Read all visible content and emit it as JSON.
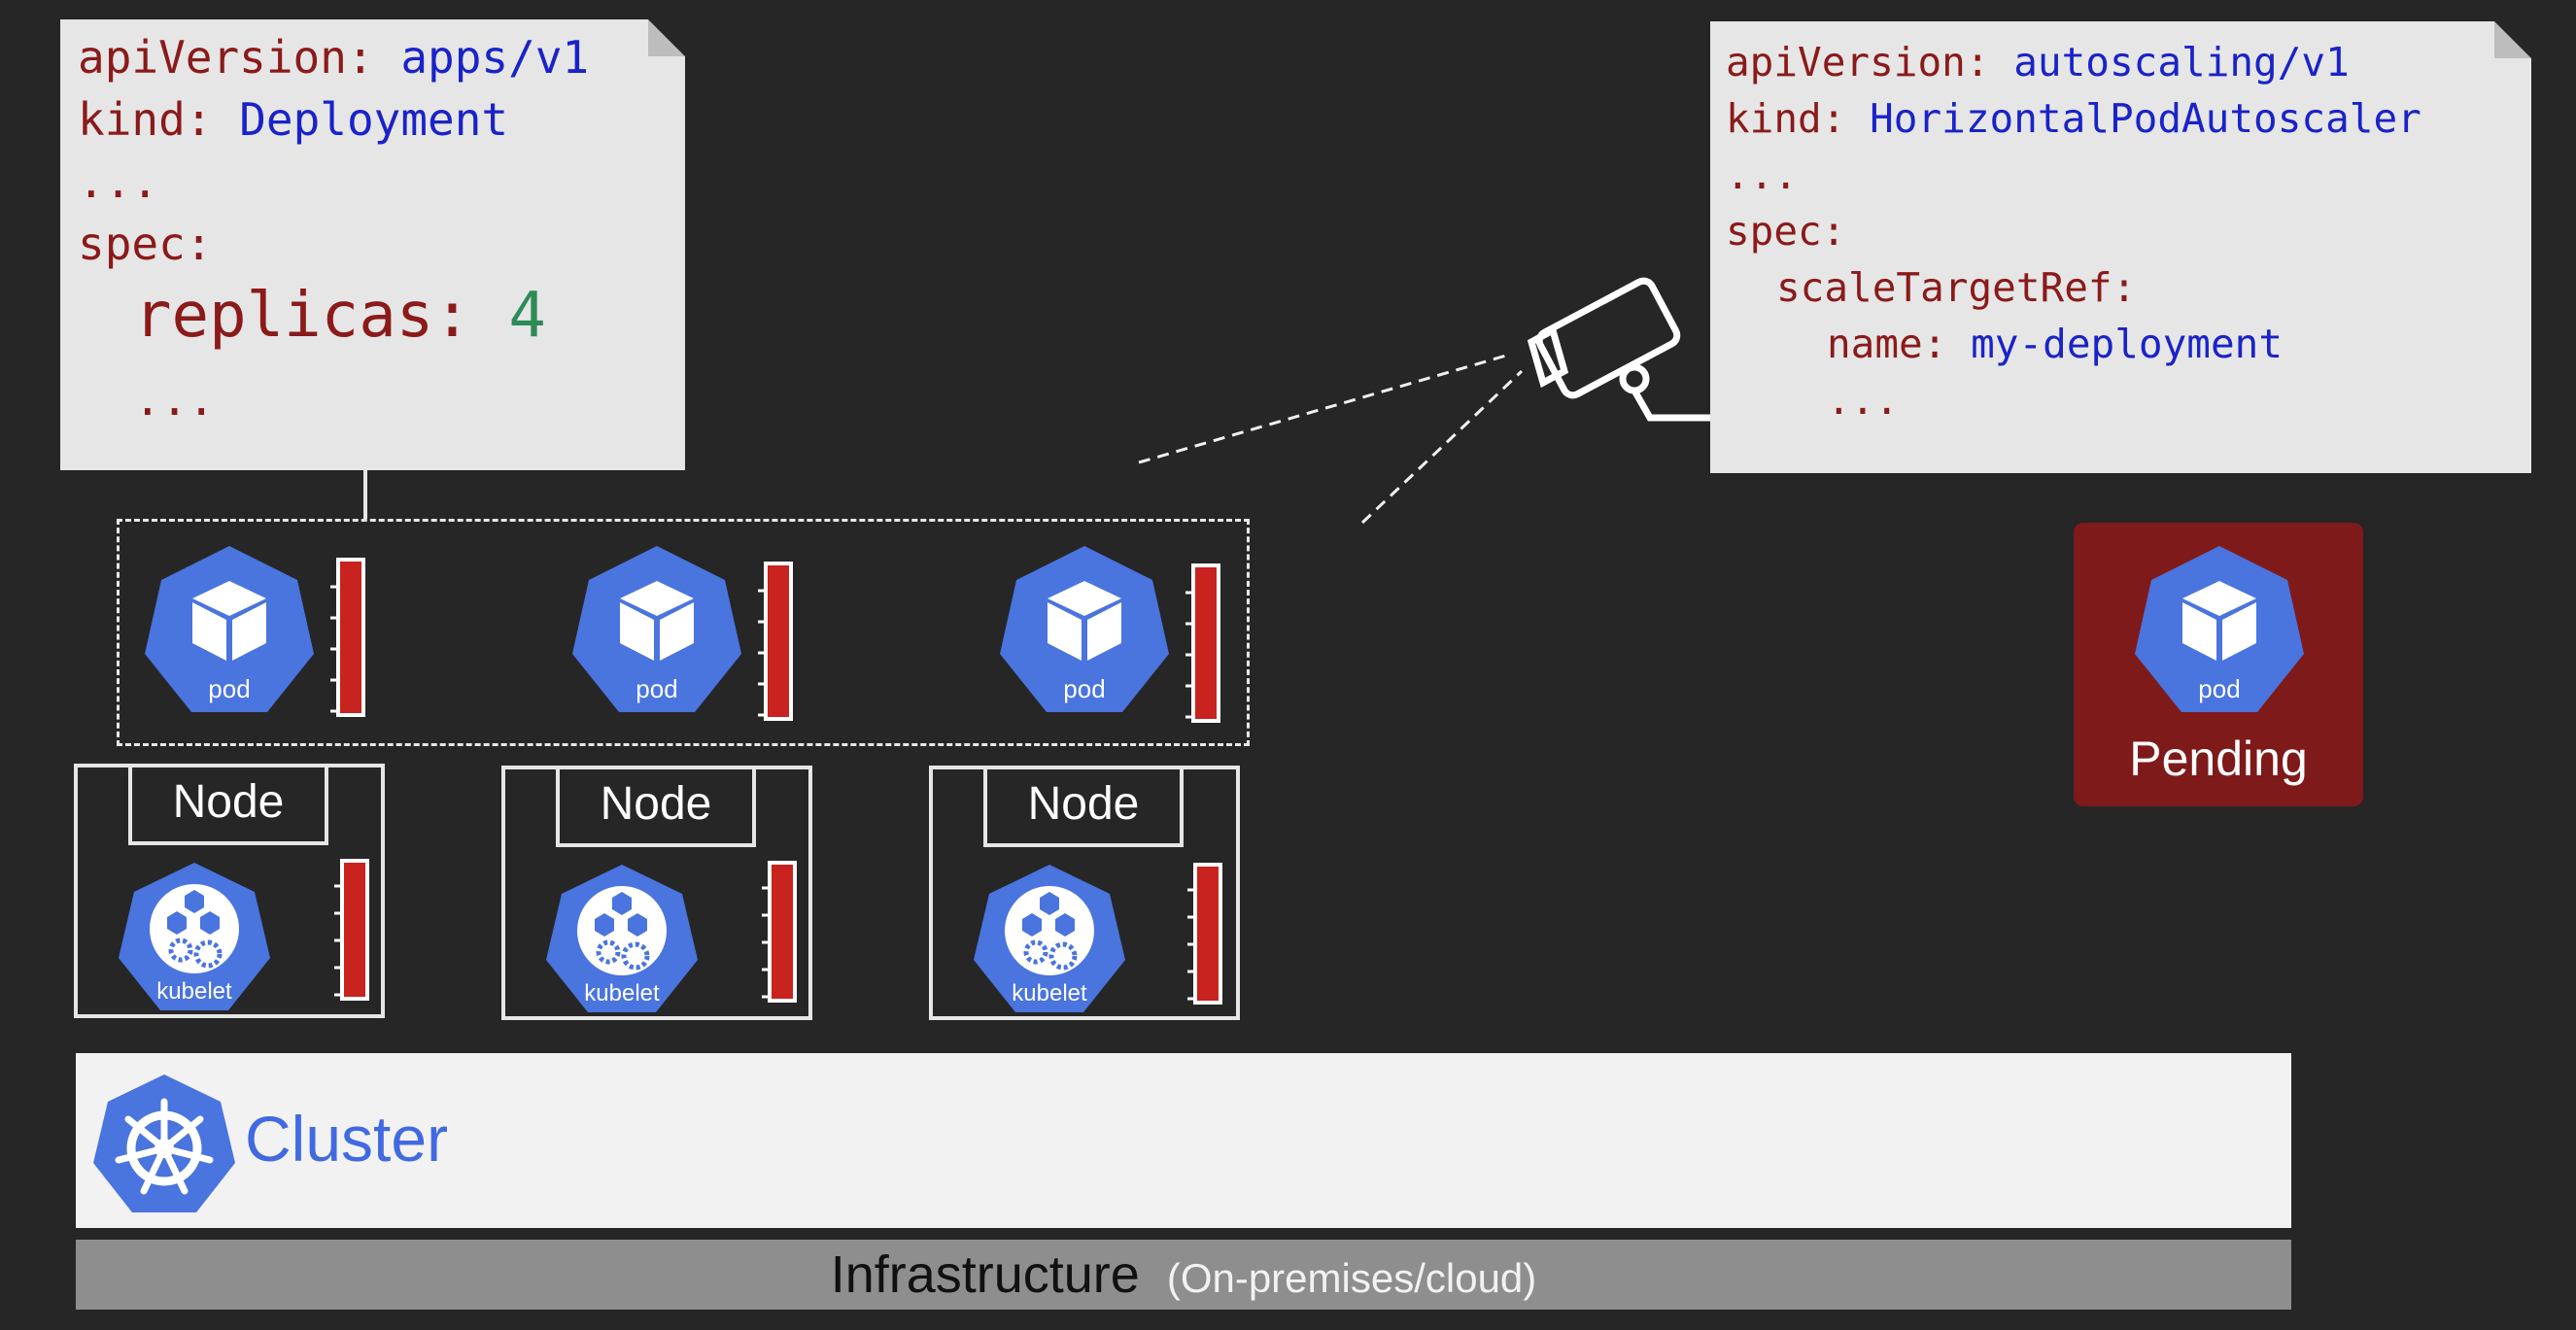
{
  "deployment_doc": {
    "line1_key": "apiVersion:",
    "line1_val": "apps/v1",
    "line2_key": "kind:",
    "line2_val": "Deployment",
    "line3": "...",
    "line4_key": "spec:",
    "line5_key": "replicas:",
    "line5_val": "4",
    "line6": "..."
  },
  "hpa_doc": {
    "line1_key": "apiVersion:",
    "line1_val": "autoscaling/v1",
    "line2_key": "kind:",
    "line2_val": "HorizontalPodAutoscaler",
    "line3": "...",
    "line4_key": "spec:",
    "line5_key": "scaleTargetRef:",
    "line6_key": "name:",
    "line6_val": "my-deployment",
    "line7": "..."
  },
  "pods": [
    {
      "label": "pod"
    },
    {
      "label": "pod"
    },
    {
      "label": "pod"
    }
  ],
  "nodes": [
    {
      "label": "Node",
      "agent": "kubelet"
    },
    {
      "label": "Node",
      "agent": "kubelet"
    },
    {
      "label": "Node",
      "agent": "kubelet"
    }
  ],
  "pending_pod": {
    "label": "pod",
    "status": "Pending"
  },
  "cluster": {
    "label": "Cluster"
  },
  "infrastructure": {
    "label": "Infrastructure",
    "sublabel": "(On-premises/cloud)"
  },
  "colors": {
    "background": "#262626",
    "kubernetes_blue": "#4a74de",
    "utilization_red": "#c8231e",
    "pending_red": "#7f1a1a",
    "yaml_key": "#8b1a1a",
    "yaml_value": "#1a23c8",
    "yaml_number": "#2e8b57"
  },
  "icons": [
    "pod-cube-icon",
    "kubelet-icon",
    "kubernetes-wheel-icon",
    "camera-monitor-icon"
  ]
}
